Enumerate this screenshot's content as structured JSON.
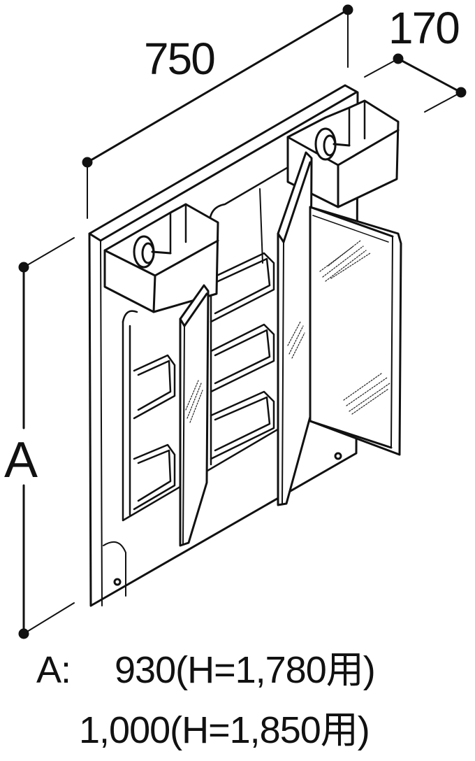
{
  "dimensions": {
    "width": "750",
    "depth": "170",
    "height_symbol": "A"
  },
  "legend": {
    "label": "A:",
    "lines": [
      "930(H=1,780用)",
      "1,000(H=1,850用)"
    ]
  },
  "colors": {
    "stroke": "#111111",
    "fill": "#ffffff",
    "hatch": "#222222"
  }
}
